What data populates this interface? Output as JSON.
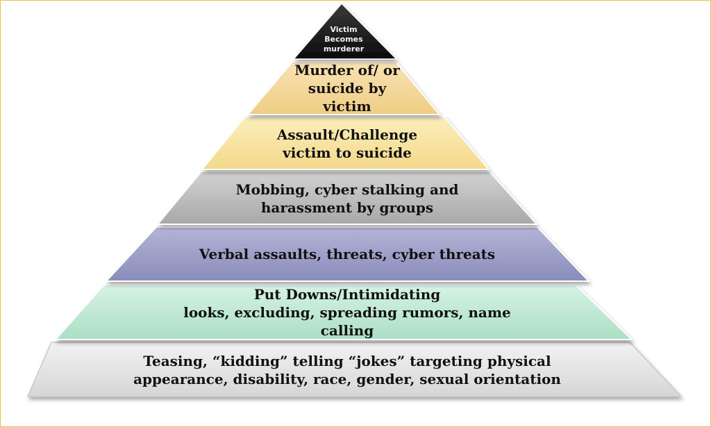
{
  "pyramid": {
    "tiers": [
      {
        "id": "top",
        "label": "Victim\nBecomes\nmurderer",
        "color": "#1a1a1a",
        "text_color": "#f2f2f2"
      },
      {
        "id": "tier-2",
        "label": "Murder of/ or\nsuicide by\nvictim",
        "color": "#f3d89a"
      },
      {
        "id": "tier-3",
        "label": "Assault/Challenge\nvictim to  suicide",
        "color": "#f7e39f"
      },
      {
        "id": "tier-4",
        "label": "Mobbing, cyber stalking and\nharassment  by groups",
        "color": "#b9b9b9"
      },
      {
        "id": "tier-5",
        "label": "Verbal assaults, threats, cyber threats",
        "color": "#9c9dc6"
      },
      {
        "id": "tier-6",
        "label": "Put Downs/Intimidating\nlooks, excluding, spreading rumors, name\ncalling",
        "color": "#bfe8d4"
      },
      {
        "id": "tier-7",
        "label": "Teasing, “kidding” telling “jokes” targeting physical\nappearance, disability,  race,  gender, sexual orientation",
        "color": "#e3e3e3"
      }
    ]
  }
}
